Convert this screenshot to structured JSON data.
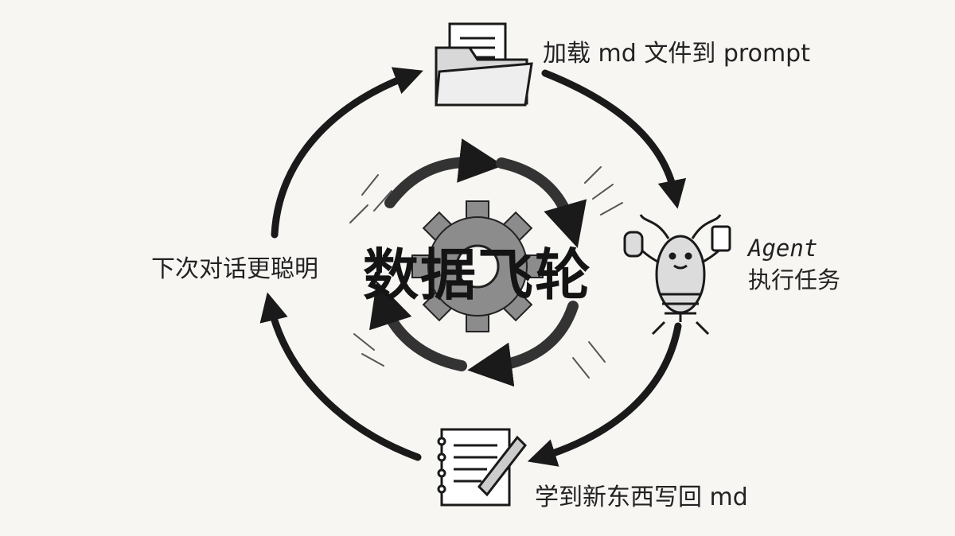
{
  "title": "数据飞轮",
  "steps": {
    "load": "加载 md 文件到 prompt",
    "execute_line1": "Agent",
    "execute_line2": "执行任务",
    "learn": "学到新东西写回 md",
    "smarter": "下次对话更聪明"
  },
  "icons": {
    "top": "folder-with-documents-icon",
    "right": "lobster-agent-icon",
    "bottom": "notebook-and-pencil-icon",
    "center": "gear-icon"
  },
  "colors": {
    "ink": "#1a1a1a",
    "paper": "#f7f6f3",
    "shade": "#8c8c8c"
  }
}
